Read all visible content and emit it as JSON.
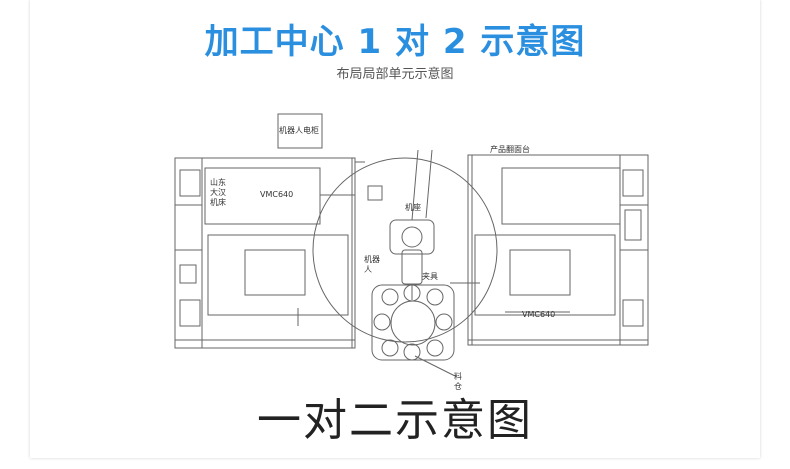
{
  "header": {
    "title": "加工中心 1 对 2 示意图",
    "subtitle": "布局局部单元示意图"
  },
  "diagram": {
    "labels": {
      "robot_cabinet": "机器人电柜",
      "product_bin": "产品翻面台",
      "left_machine_brand": "山东\n大汉\n机床",
      "left_model": "VMC640",
      "right_model": "VMC640",
      "base": "机座",
      "robot": "机器\n人",
      "fixture": "夹具",
      "bin": "料\n仓"
    }
  },
  "caption": "一对二示意图",
  "colors": {
    "title": "#2b8fe0",
    "line": "#666666"
  }
}
